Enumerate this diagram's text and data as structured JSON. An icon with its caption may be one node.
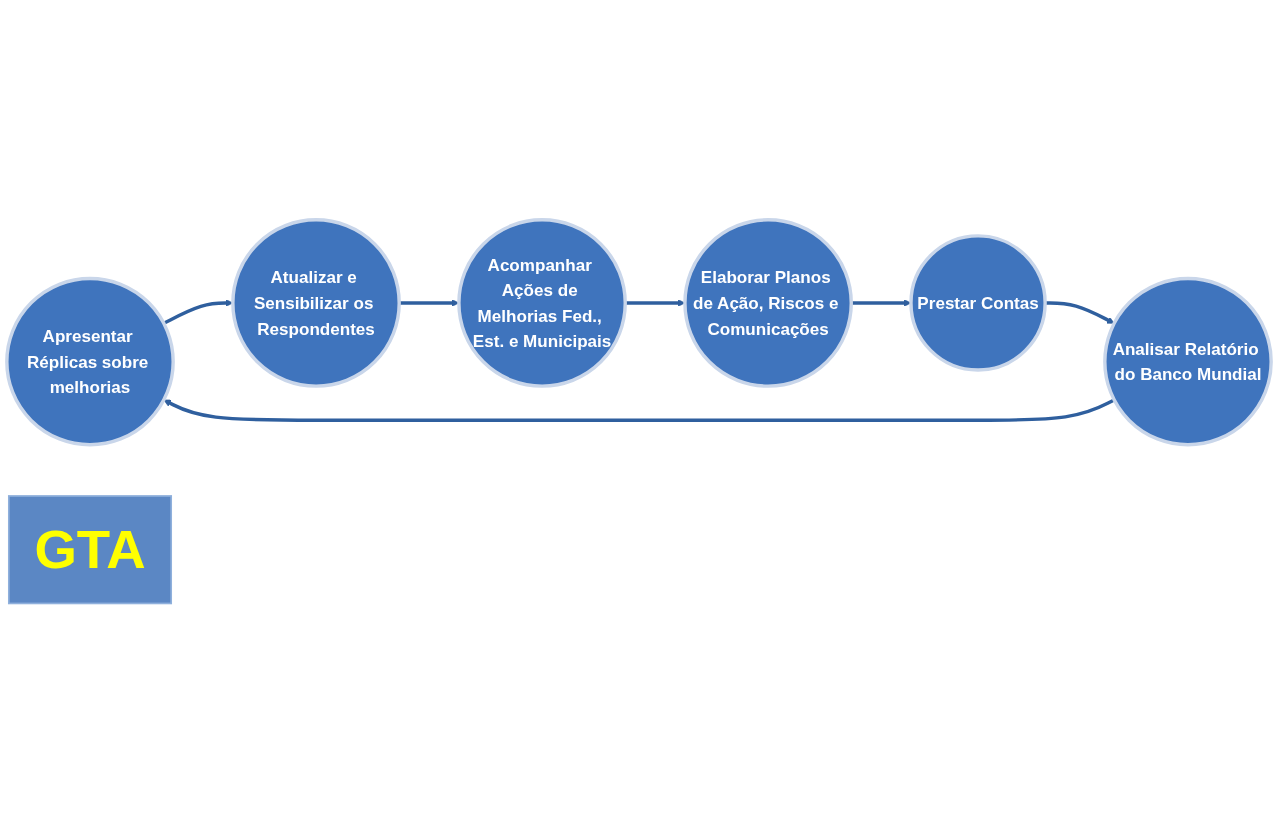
{
  "diagram": {
    "nodes": [
      {
        "text": [
          "Apresentar Réplicas sobre melhorias"
        ]
      },
      {
        "text": [
          "Atualizar e Sensibilizar os Respondentes"
        ]
      },
      {
        "text": [
          "Acompanhar Ações de Melhorias Fed., Est. e Municipais"
        ]
      },
      {
        "text": [
          "GTA"
        ]
      },
      {
        "text": [
          "Analisar Relatório do Banco Mundial"
        ]
      },
      {
        "text": [
          "Prestar Contas"
        ]
      },
      {
        "text": [
          "Elaborar Planos de Ação, Riscos e Comunicações"
        ]
      }
    ],
    "edges": [
      {
        "from": 0,
        "to": 1,
        "arrow": "to"
      },
      {
        "from": 1,
        "to": 2,
        "arrow": "to"
      },
      {
        "from": 2,
        "to": 6,
        "arrow": "to"
      },
      {
        "from": 6,
        "to": 5,
        "arrow": "to"
      },
      {
        "from": 5,
        "to": 4,
        "arrow": "to"
      },
      {
        "from": 4,
        "to": 0,
        "arrow": "to"
      }
    ]
  }
}
